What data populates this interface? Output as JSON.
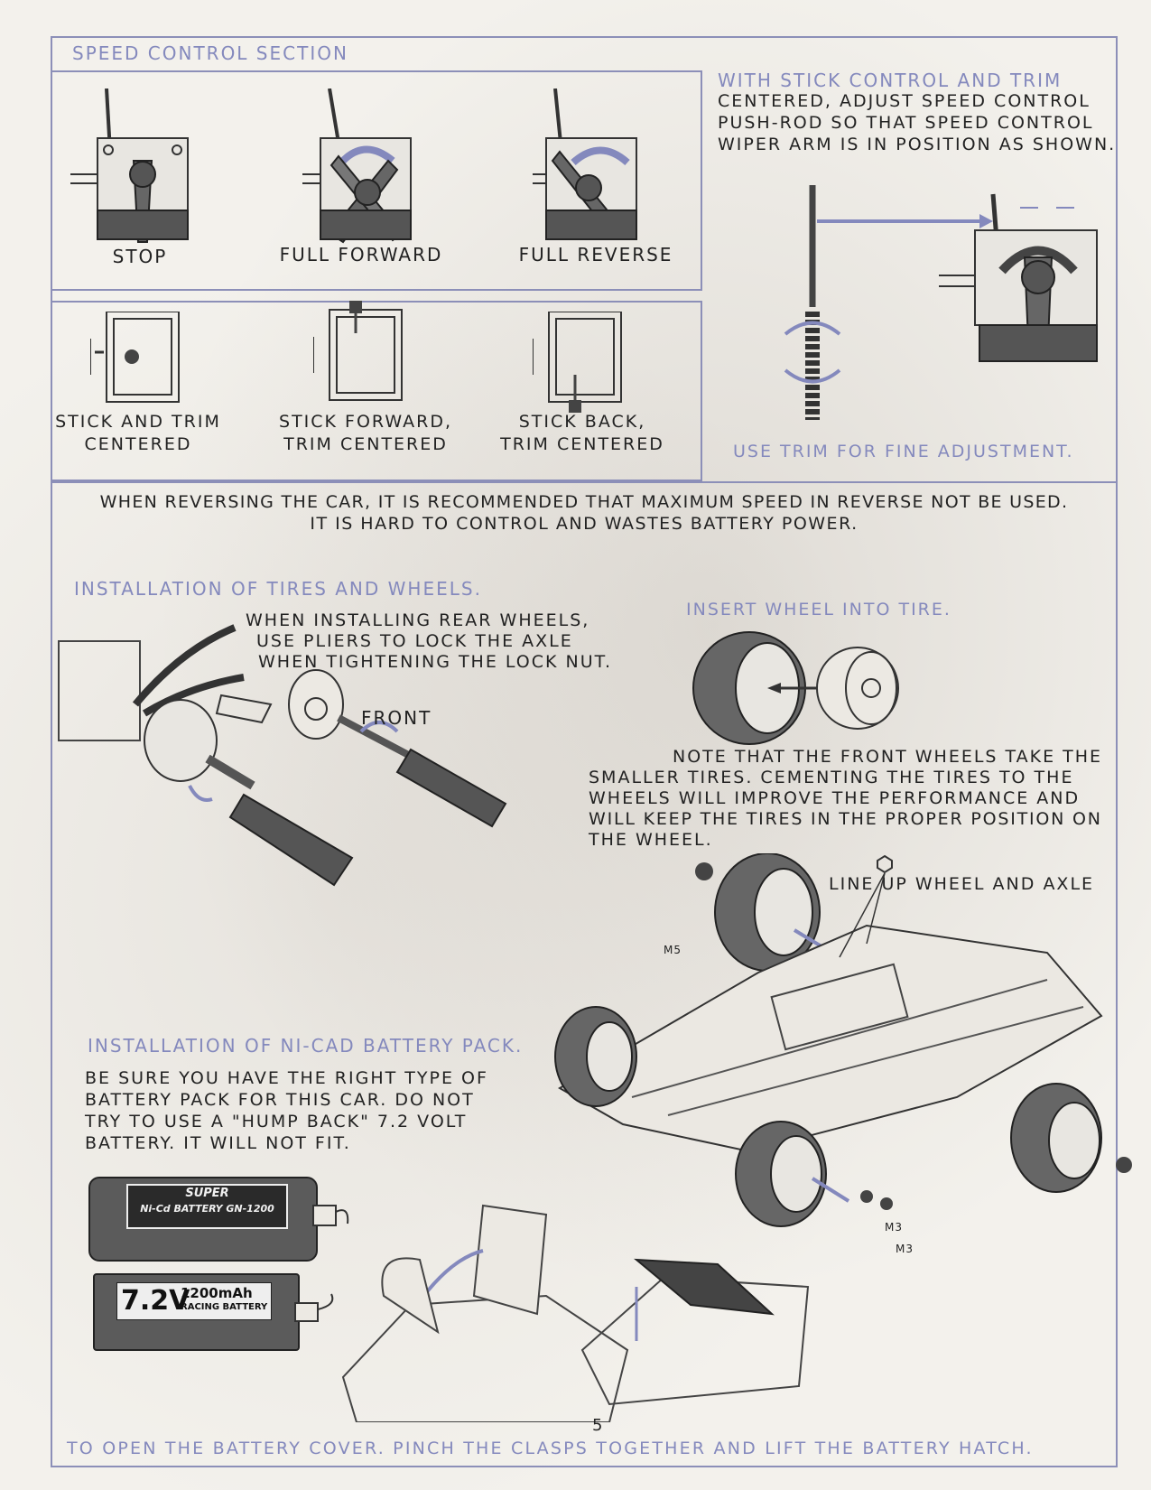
{
  "speed_control": {
    "section_title": "SPEED CONTROL SECTION",
    "positions": [
      "STOP",
      "FULL FORWARD",
      "FULL REVERSE"
    ],
    "stick_title": "WITH STICK CONTROL AND TRIM",
    "stick_instruction": [
      "CENTERED, ADJUST SPEED CONTROL",
      "PUSH-ROD SO THAT SPEED CONTROL",
      "WIPER ARM IS IN POSITION AS SHOWN."
    ],
    "stick_states": [
      [
        "STICK AND TRIM",
        "CENTERED"
      ],
      [
        "STICK FORWARD,",
        "TRIM CENTERED"
      ],
      [
        "STICK BACK,",
        "TRIM CENTERED"
      ]
    ],
    "trim_note": "USE TRIM FOR FINE ADJUSTMENT.",
    "reverse_warning": [
      "WHEN REVERSING THE CAR, IT IS RECOMMENDED THAT MAXIMUM SPEED IN REVERSE NOT BE USED.",
      "IT IS HARD TO CONTROL AND WASTES BATTERY POWER."
    ]
  },
  "tires": {
    "title": "INSTALLATION OF TIRES AND WHEELS.",
    "rear_note": [
      "WHEN INSTALLING REAR WHEELS,",
      "USE PLIERS TO LOCK THE AXLE",
      "WHEN TIGHTENING THE LOCK NUT."
    ],
    "front_label": "FRONT",
    "insert_title": "INSERT WHEEL INTO TIRE.",
    "front_note": [
      "NOTE THAT THE FRONT WHEELS TAKE THE",
      "SMALLER TIRES. CEMENTING THE TIRES TO THE",
      "WHEELS WILL IMPROVE THE PERFORMANCE AND",
      "WILL KEEP THE TIRES IN THE PROPER POSITION ON",
      "THE WHEEL."
    ],
    "line_up": "LINE UP WHEEL AND AXLE",
    "part_labels": [
      "M5",
      "M3",
      "M3"
    ]
  },
  "battery": {
    "title": "INSTALLATION OF NI-CAD BATTERY PACK.",
    "note": [
      "BE SURE YOU HAVE THE RIGHT TYPE OF",
      "BATTERY PACK FOR THIS CAR.  DO NOT",
      "TRY TO USE A \"HUMP BACK\" 7.2 VOLT",
      "BATTERY.  IT WILL NOT FIT."
    ],
    "pack1_label": [
      "SUPER",
      "Ni-Cd  BATTERY  GN-1200"
    ],
    "pack2_voltage": "7.2V",
    "pack2_capacity": "1200mAh",
    "pack2_type": "RACING BATTERY",
    "cover_note": "TO OPEN THE BATTERY COVER. PINCH THE CLASPS TOGETHER AND LIFT THE BATTERY HATCH."
  },
  "page_number": "5"
}
